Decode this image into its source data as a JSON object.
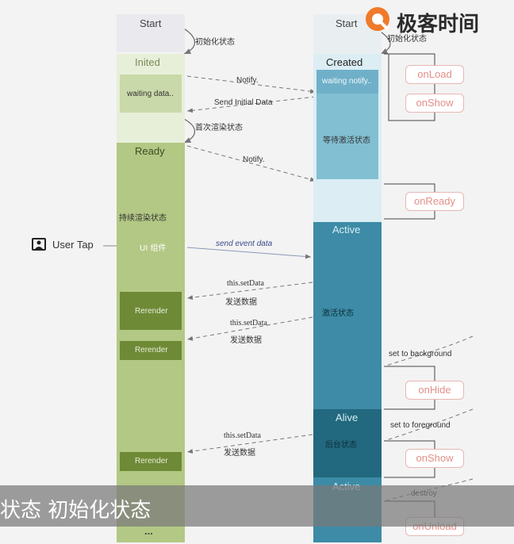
{
  "logo": {
    "text": "极客时间"
  },
  "user_tap": {
    "label": "User Tap"
  },
  "left_column": {
    "states": [
      "Start",
      "Inited",
      "Ready",
      "..."
    ],
    "boxes": [
      "waiting data..",
      "持续渲染状态",
      "UI 组件",
      "Rerender",
      "Rerender",
      "Rerender"
    ]
  },
  "right_column": {
    "states": [
      "Start",
      "Created",
      "Active",
      "Alive",
      "Active"
    ],
    "boxes": [
      "waiting notify..",
      "等待激活状态",
      "激活状态",
      "后台状态"
    ]
  },
  "hooks": [
    "onLoad",
    "onShow",
    "onReady",
    "onHide",
    "onShow",
    "onUnload"
  ],
  "messages": {
    "init_state": "初始化状态",
    "notify1": "Notify.",
    "send_initial": "Send Initial Data",
    "first_render": "首次渲染状态",
    "notify2": "Notify.",
    "send_event": "send event data",
    "set_data": "this.setData",
    "send_data": "发送数据",
    "set_background": "set to background",
    "set_foreground": "set to foreground",
    "destroy": "destroy"
  },
  "subtitle": {
    "text": "状态 初始化状态"
  },
  "colors": {
    "left_light": "#e7efd9",
    "left_mid": "#b0c67f",
    "left_dark": "#708c35",
    "right_light": "#ddeef5",
    "right_active": "#3b8aa6",
    "right_dark": "#22697f",
    "hook_border": "#e7b7b4"
  }
}
